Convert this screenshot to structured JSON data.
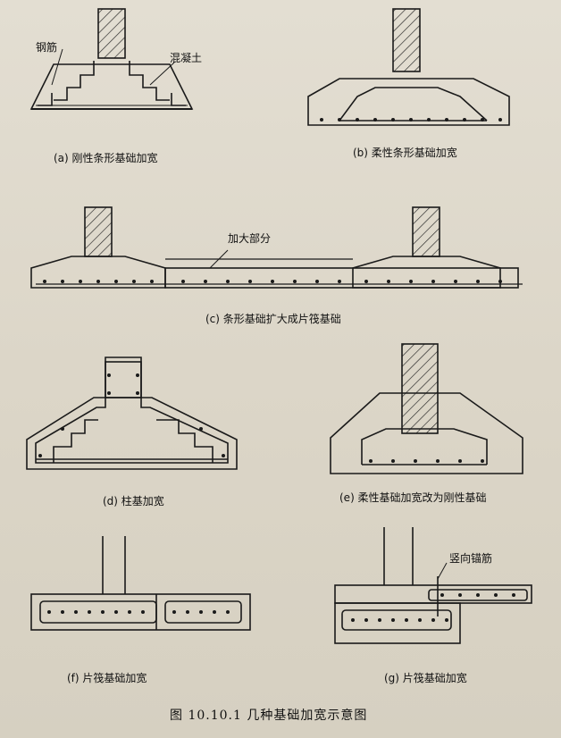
{
  "background_text": [],
  "labels": {
    "steel": "钢筋",
    "concrete": "混凝土",
    "enlarged_part": "加大部分",
    "vertical_anchor": "竖向锚筋"
  },
  "captions": {
    "a": "(a) 刚性条形基础加宽",
    "b": "(b) 柔性条形基础加宽",
    "c": "(c) 条形基础扩大成片筏基础",
    "d": "(d) 柱基加宽",
    "e": "(e) 柔性基础加宽改为刚性基础",
    "f": "(f) 片筏基础加宽",
    "g": "(g) 片筏基础加宽"
  },
  "figure_title": "图 10.10.1   几种基础加宽示意图"
}
